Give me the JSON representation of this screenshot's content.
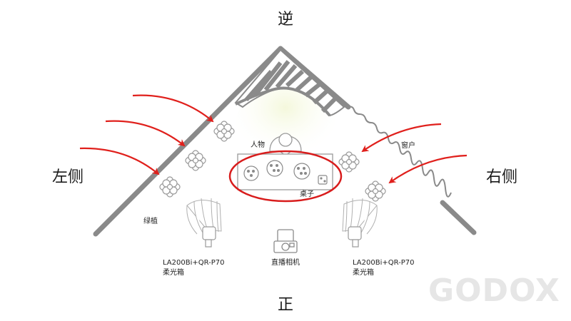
{
  "labels": {
    "back": "逆",
    "front": "正",
    "left": "左侧",
    "right": "右侧",
    "subject": "人物",
    "window": "窗户",
    "table": "桌子",
    "plants": "绿植",
    "camera": "直播相机",
    "light_left_model": "LA200Bi+QR-P70",
    "light_left_type": "柔光箱",
    "light_right_model": "LA200Bi+QR-P70",
    "light_right_type": "柔光箱",
    "brand": "Godox"
  },
  "colors": {
    "wall": "#8a8a8a",
    "arrow": "#e0201c",
    "highlight": "#d81c1c",
    "icon_stroke": "#9a9a9a",
    "watermark": "#e6e6e6"
  },
  "icons": [
    "flower-icon",
    "softbox-icon",
    "camera-icon",
    "person-icon",
    "table-icon",
    "window-wave-icon",
    "arrow-icon"
  ]
}
